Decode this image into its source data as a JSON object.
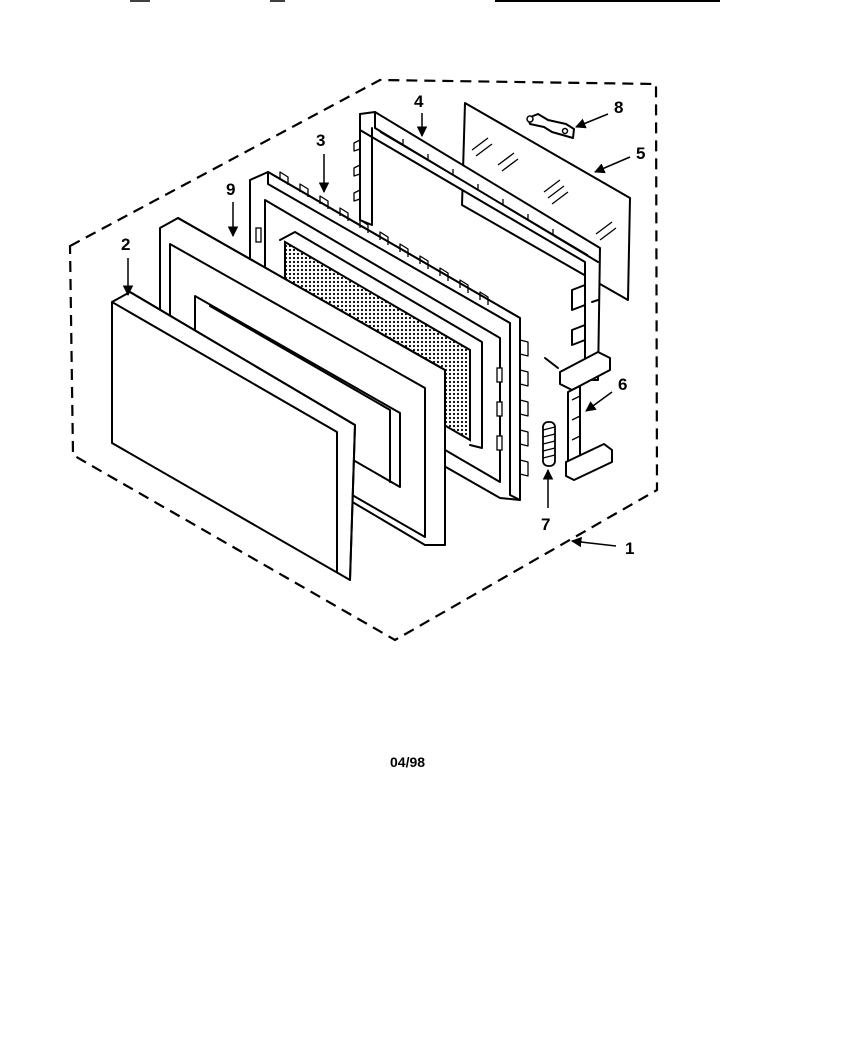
{
  "callouts": {
    "c1": "1",
    "c2": "2",
    "c3": "3",
    "c4": "4",
    "c5": "5",
    "c6": "6",
    "c7": "7",
    "c8": "8",
    "c9": "9"
  },
  "footer": {
    "date_code": "04/98"
  },
  "colors": {
    "line": "#000000",
    "background": "#ffffff"
  }
}
